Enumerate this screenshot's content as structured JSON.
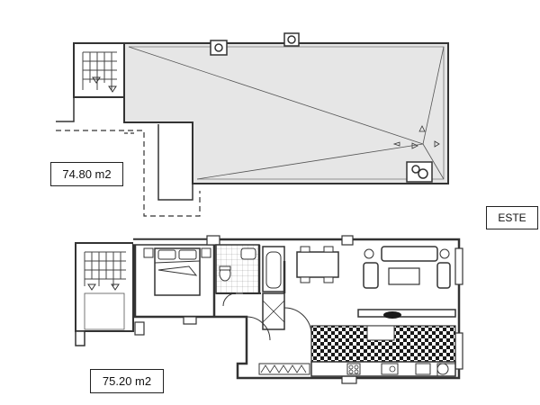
{
  "plan": {
    "top_floor_area": "74.80 m2",
    "bottom_floor_area": "75.20 m2",
    "orientation": "ESTE"
  },
  "colors": {
    "wall": "#333333",
    "terrace_fill": "#e6e6e6",
    "tile_dark": "#1a1a1a",
    "tile_light": "#ffffff"
  }
}
